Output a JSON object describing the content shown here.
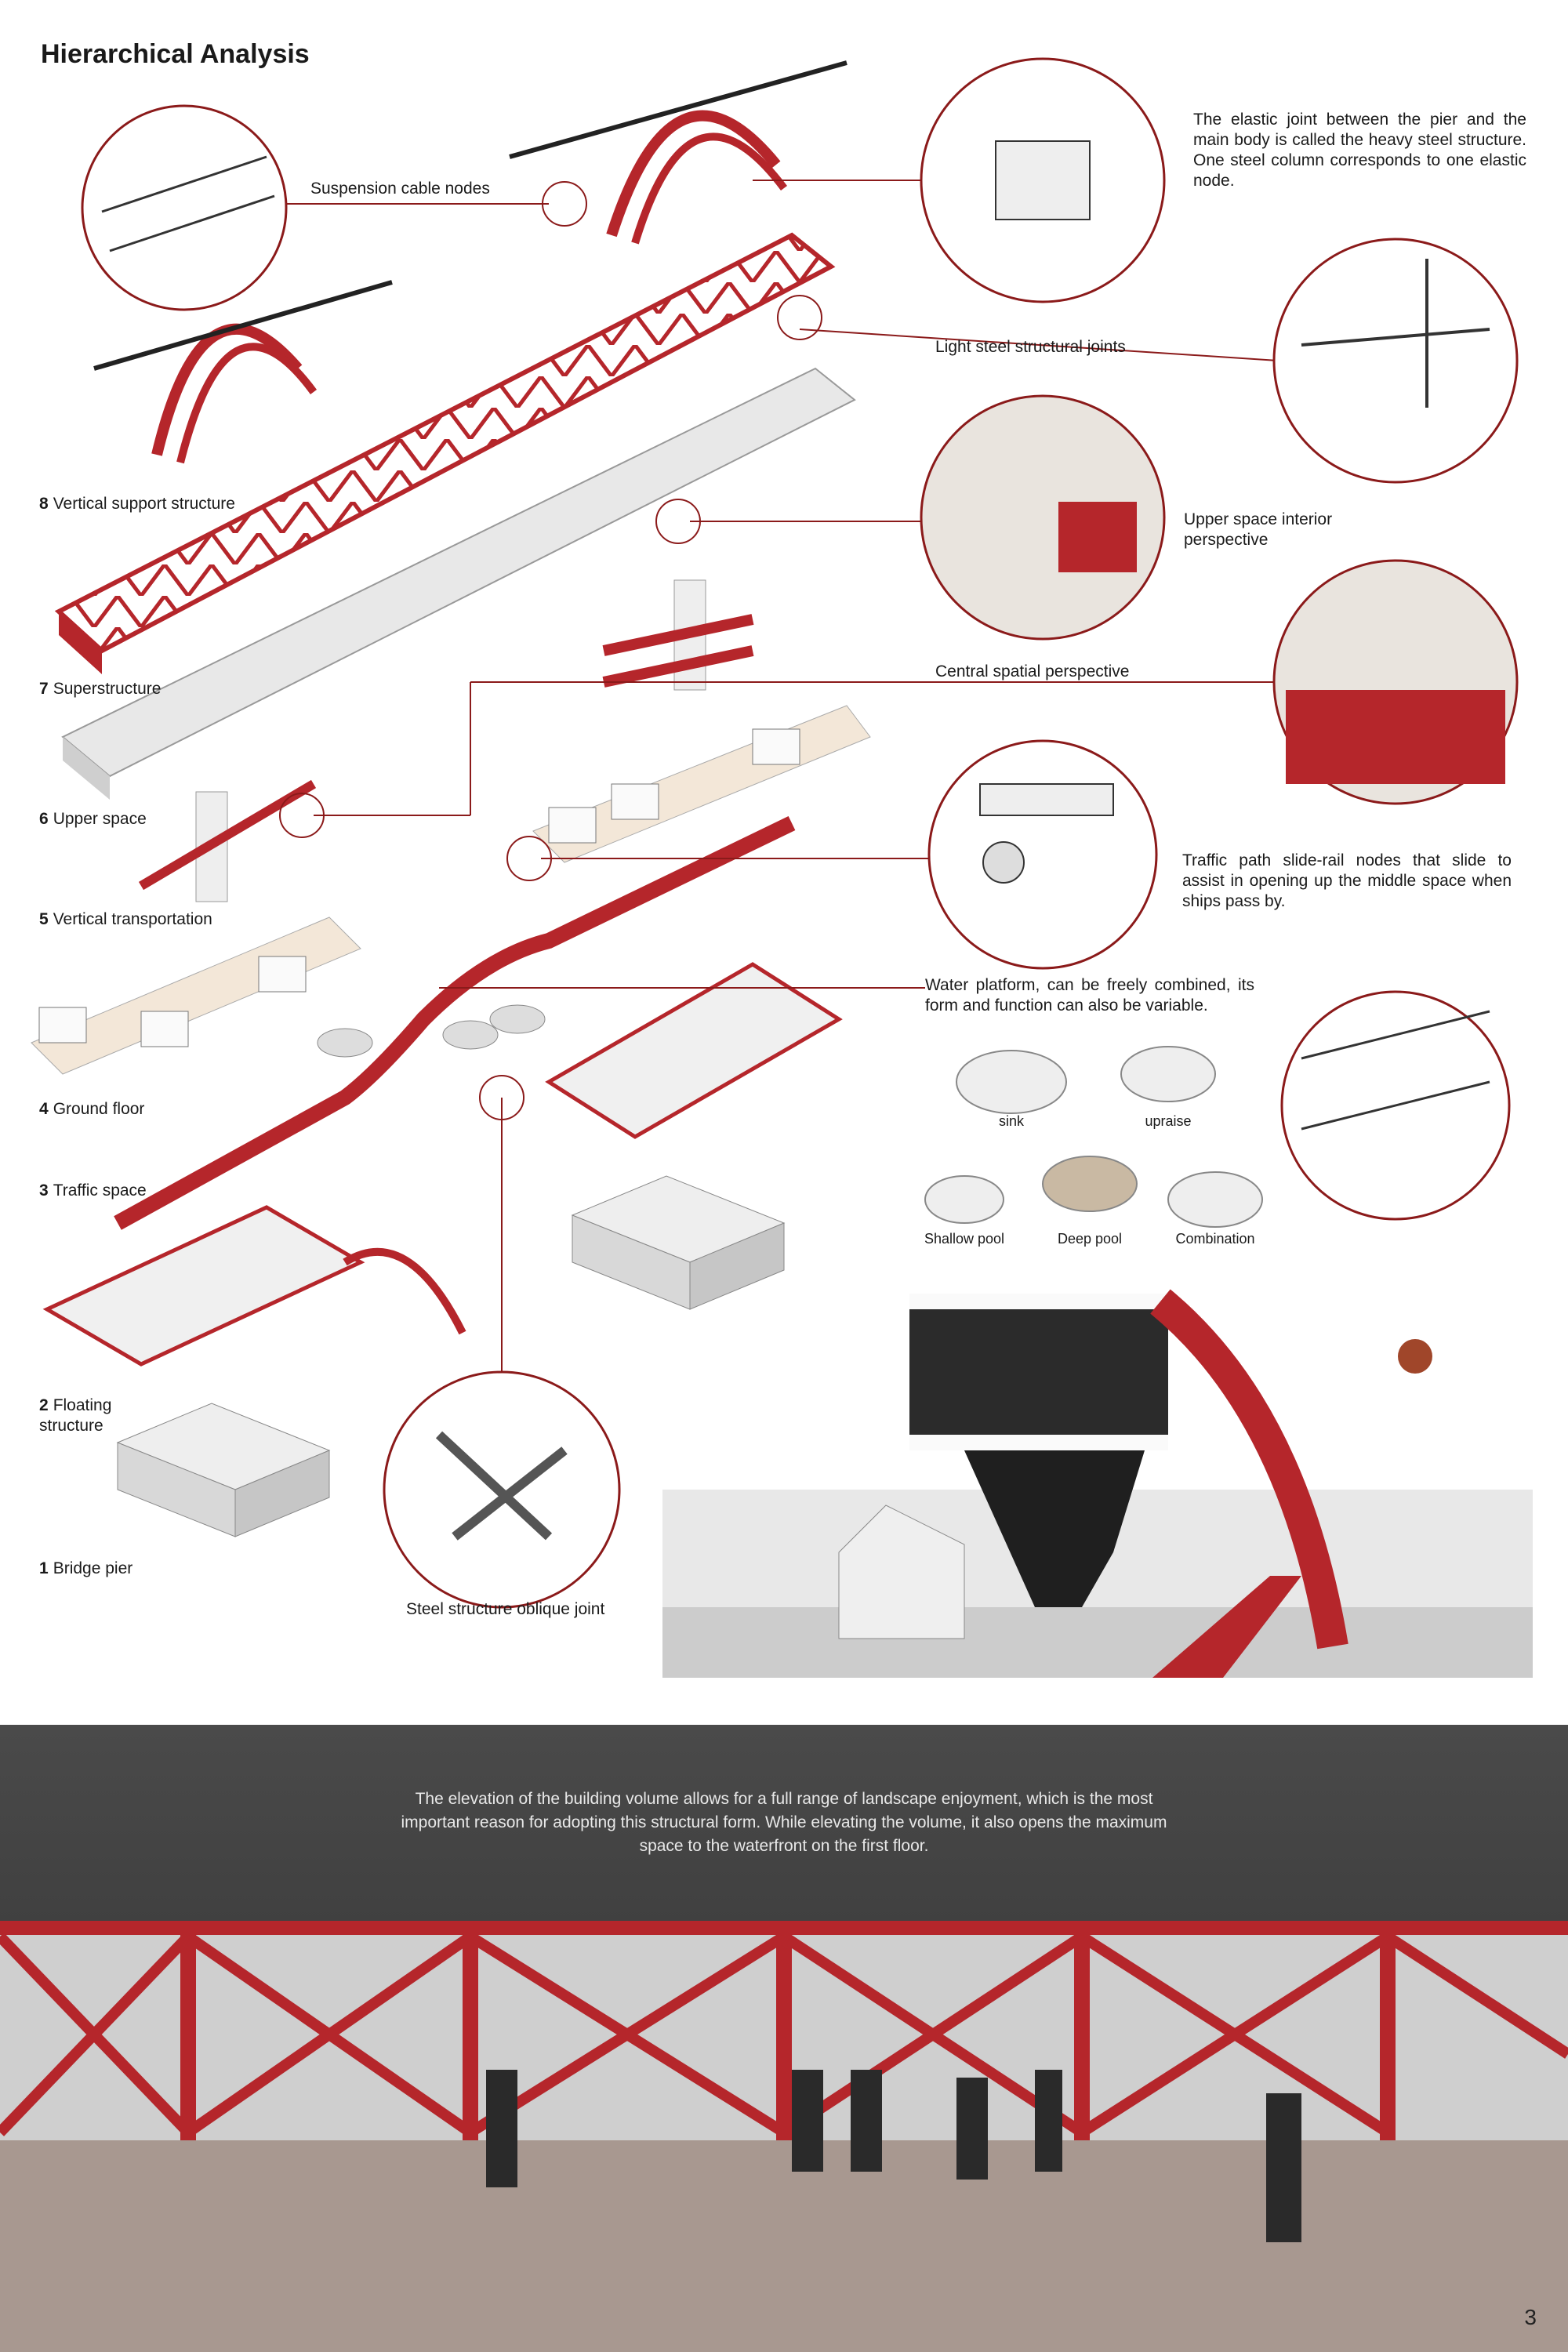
{
  "title": "Hierarchical Analysis",
  "layers": [
    {
      "num": "8",
      "text": "Vertical support structure"
    },
    {
      "num": "7",
      "text": "Superstructure"
    },
    {
      "num": "6",
      "text": "Upper space"
    },
    {
      "num": "5",
      "text": "Vertical transportation"
    },
    {
      "num": "4",
      "text": "Ground floor"
    },
    {
      "num": "3",
      "text": "Traffic space"
    },
    {
      "num": "2",
      "text": "Floating structure"
    },
    {
      "num": "1",
      "text": "Bridge pier"
    }
  ],
  "callouts": {
    "suspension": "Suspension cable nodes",
    "light_steel": "Light steel structural joints",
    "central": "Central spatial perspective",
    "upper_space": "Upper space interior perspective",
    "oblique": "Steel structure oblique joint"
  },
  "paragraphs": {
    "elastic_joint": "The elastic joint between the pier and the main body is called the heavy steel structure. One steel column corresponds to one elastic node.",
    "slide_rail": "Traffic path slide-rail nodes that slide to assist in opening up the middle space when ships pass by.",
    "water_platform": "Water platform, can be freely combined, its form and function can also be variable."
  },
  "water_platform_types": [
    "sink",
    "upraise",
    "Shallow pool",
    "Deep pool",
    "Combination"
  ],
  "bottom_text": "The elevation of the building volume allows for a full range of landscape enjoyment, which is the most important reason for adopting this structural form. While elevating the volume, it also opens the maximum space to the waterfront on the first floor.",
  "page_number": "3",
  "colors": {
    "accent": "#b5262b",
    "line": "#8b1a1a"
  }
}
